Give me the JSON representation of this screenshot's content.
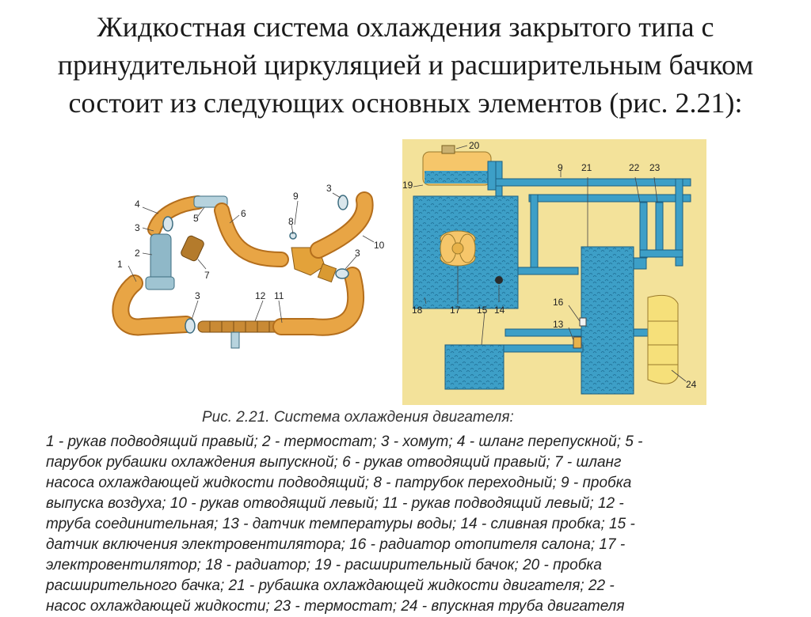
{
  "title_lines": [
    "Жидкостная система охлаждения закрытого типа с",
    "принудительной циркуляцией и расширительным бачком",
    "состоит из следующих основных элементов (рис. 2.21):"
  ],
  "caption": "Рис. 2.21. Система охлаждения двигателя:",
  "legend_lines": [
    "1 - рукав подводящий правый; 2 - термостат; 3 - хомут; 4 - шланг перепускной; 5 -",
    "парубок рубашки охлаждения выпускной; 6 - рукав отводящий правый; 7 - шланг",
    "насоса охлаждающей жидкости подводящий; 8 - патрубок переходный; 9 - пробка",
    "выпуска воздуха; 10 - рукав отводящий левый; 11 - рукав подводящий левый; 12 -",
    "труба соединительная; 13 - датчик температуры воды; 14 - сливная пробка; 15 -",
    "датчик включения электровентилятора; 16 - радиатор отопителя салона; 17 -",
    "электровентилятор; 18 - радиатор; 19 - расширительный бачок; 20 - пробка",
    "расширительного бачка; 21 - рубашка охлаждающей жидкости двигателя; 22 -",
    "насос охлаждающей жидкости; 23 - термостат; 24 - впускная труба двигателя"
  ],
  "left_labels": {
    "l1": "1",
    "l2": "2",
    "l3a": "3",
    "l3b": "3",
    "l3c": "3",
    "l3d": "3",
    "l4": "4",
    "l5": "5",
    "l6": "6",
    "l7": "7",
    "l8": "8",
    "l9": "9",
    "l10": "10",
    "l11": "11",
    "l12": "12"
  },
  "right_labels": {
    "l20": "20",
    "l19": "19",
    "l9": "9",
    "l21": "21",
    "l22": "22",
    "l23": "23",
    "l18": "18",
    "l17": "17",
    "l14": "14",
    "l15": "15",
    "l16": "16",
    "l13": "13",
    "l24": "24"
  },
  "colors": {
    "hose": "#e8a545",
    "coolant": "#3d9fc7",
    "panel": "#f3e29a",
    "tank": "#f6c66a"
  }
}
